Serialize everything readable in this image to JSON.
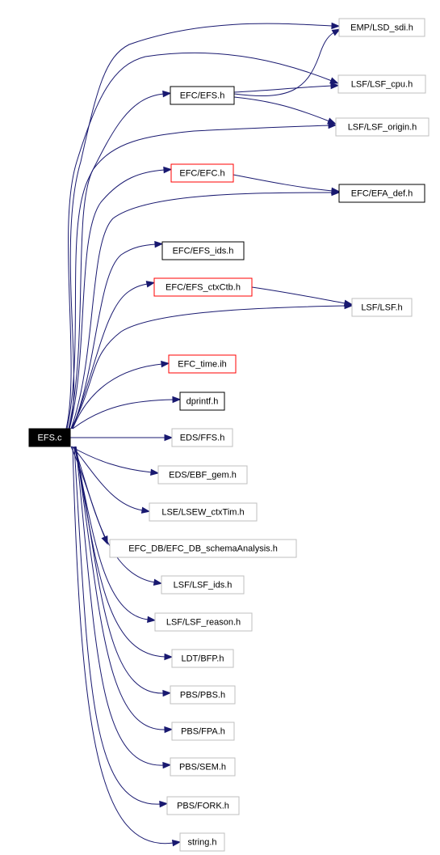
{
  "colors": {
    "edge": "#191970",
    "root_fill": "#000000",
    "root_text": "#ffffff",
    "documented_border": "#000000",
    "undocumented_border": "#bfbfbf",
    "error_border": "#ff0000"
  },
  "root": {
    "id": "efs_c",
    "label": "EFS.c"
  },
  "nodes": [
    {
      "id": "emp_lsd_sdi",
      "label": "EMP/LSD_sdi.h",
      "style": "undocumented"
    },
    {
      "id": "efc_efs",
      "label": "EFC/EFS.h",
      "style": "documented"
    },
    {
      "id": "lsf_cpu",
      "label": "LSF/LSF_cpu.h",
      "style": "undocumented"
    },
    {
      "id": "lsf_origin",
      "label": "LSF/LSF_origin.h",
      "style": "undocumented"
    },
    {
      "id": "efc_efc",
      "label": "EFC/EFC.h",
      "style": "error"
    },
    {
      "id": "efc_efa_def",
      "label": "EFC/EFA_def.h",
      "style": "documented"
    },
    {
      "id": "efc_efs_ids",
      "label": "EFC/EFS_ids.h",
      "style": "documented"
    },
    {
      "id": "efc_efs_ctxctb",
      "label": "EFC/EFS_ctxCtb.h",
      "style": "error"
    },
    {
      "id": "lsf_lsf",
      "label": "LSF/LSF.h",
      "style": "undocumented"
    },
    {
      "id": "efc_time",
      "label": "EFC_time.ih",
      "style": "error"
    },
    {
      "id": "dprintf",
      "label": "dprintf.h",
      "style": "documented"
    },
    {
      "id": "eds_ffs",
      "label": "EDS/FFS.h",
      "style": "undocumented"
    },
    {
      "id": "eds_ebf_gem",
      "label": "EDS/EBF_gem.h",
      "style": "undocumented"
    },
    {
      "id": "lse_lsew",
      "label": "LSE/LSEW_ctxTim.h",
      "style": "undocumented"
    },
    {
      "id": "efc_db",
      "label": "EFC_DB/EFC_DB_schemaAnalysis.h",
      "style": "undocumented"
    },
    {
      "id": "lsf_ids",
      "label": "LSF/LSF_ids.h",
      "style": "undocumented"
    },
    {
      "id": "lsf_reason",
      "label": "LSF/LSF_reason.h",
      "style": "undocumented"
    },
    {
      "id": "ldt_bfp",
      "label": "LDT/BFP.h",
      "style": "undocumented"
    },
    {
      "id": "pbs_pbs",
      "label": "PBS/PBS.h",
      "style": "undocumented"
    },
    {
      "id": "pbs_fpa",
      "label": "PBS/FPA.h",
      "style": "undocumented"
    },
    {
      "id": "pbs_sem",
      "label": "PBS/SEM.h",
      "style": "undocumented"
    },
    {
      "id": "pbs_fork",
      "label": "PBS/FORK.h",
      "style": "undocumented"
    },
    {
      "id": "string",
      "label": "string.h",
      "style": "undocumented"
    }
  ],
  "edges": [
    {
      "from": "efs_c",
      "to": "emp_lsd_sdi"
    },
    {
      "from": "efs_c",
      "to": "efc_efs"
    },
    {
      "from": "efs_c",
      "to": "lsf_cpu"
    },
    {
      "from": "efs_c",
      "to": "lsf_origin"
    },
    {
      "from": "efs_c",
      "to": "efc_efc"
    },
    {
      "from": "efs_c",
      "to": "efc_efa_def"
    },
    {
      "from": "efs_c",
      "to": "efc_efs_ids"
    },
    {
      "from": "efs_c",
      "to": "efc_efs_ctxctb"
    },
    {
      "from": "efs_c",
      "to": "lsf_lsf"
    },
    {
      "from": "efs_c",
      "to": "efc_time"
    },
    {
      "from": "efs_c",
      "to": "dprintf"
    },
    {
      "from": "efs_c",
      "to": "eds_ffs"
    },
    {
      "from": "efs_c",
      "to": "eds_ebf_gem"
    },
    {
      "from": "efs_c",
      "to": "lse_lsew"
    },
    {
      "from": "efs_c",
      "to": "efc_db"
    },
    {
      "from": "efs_c",
      "to": "lsf_ids"
    },
    {
      "from": "efs_c",
      "to": "lsf_reason"
    },
    {
      "from": "efs_c",
      "to": "ldt_bfp"
    },
    {
      "from": "efs_c",
      "to": "pbs_pbs"
    },
    {
      "from": "efs_c",
      "to": "pbs_fpa"
    },
    {
      "from": "efs_c",
      "to": "pbs_sem"
    },
    {
      "from": "efs_c",
      "to": "pbs_fork"
    },
    {
      "from": "efs_c",
      "to": "string"
    },
    {
      "from": "efc_efs",
      "to": "emp_lsd_sdi"
    },
    {
      "from": "efc_efs",
      "to": "lsf_cpu"
    },
    {
      "from": "efc_efs",
      "to": "lsf_origin"
    },
    {
      "from": "efc_efc",
      "to": "efc_efa_def"
    },
    {
      "from": "efc_efs_ctxctb",
      "to": "lsf_lsf"
    }
  ]
}
